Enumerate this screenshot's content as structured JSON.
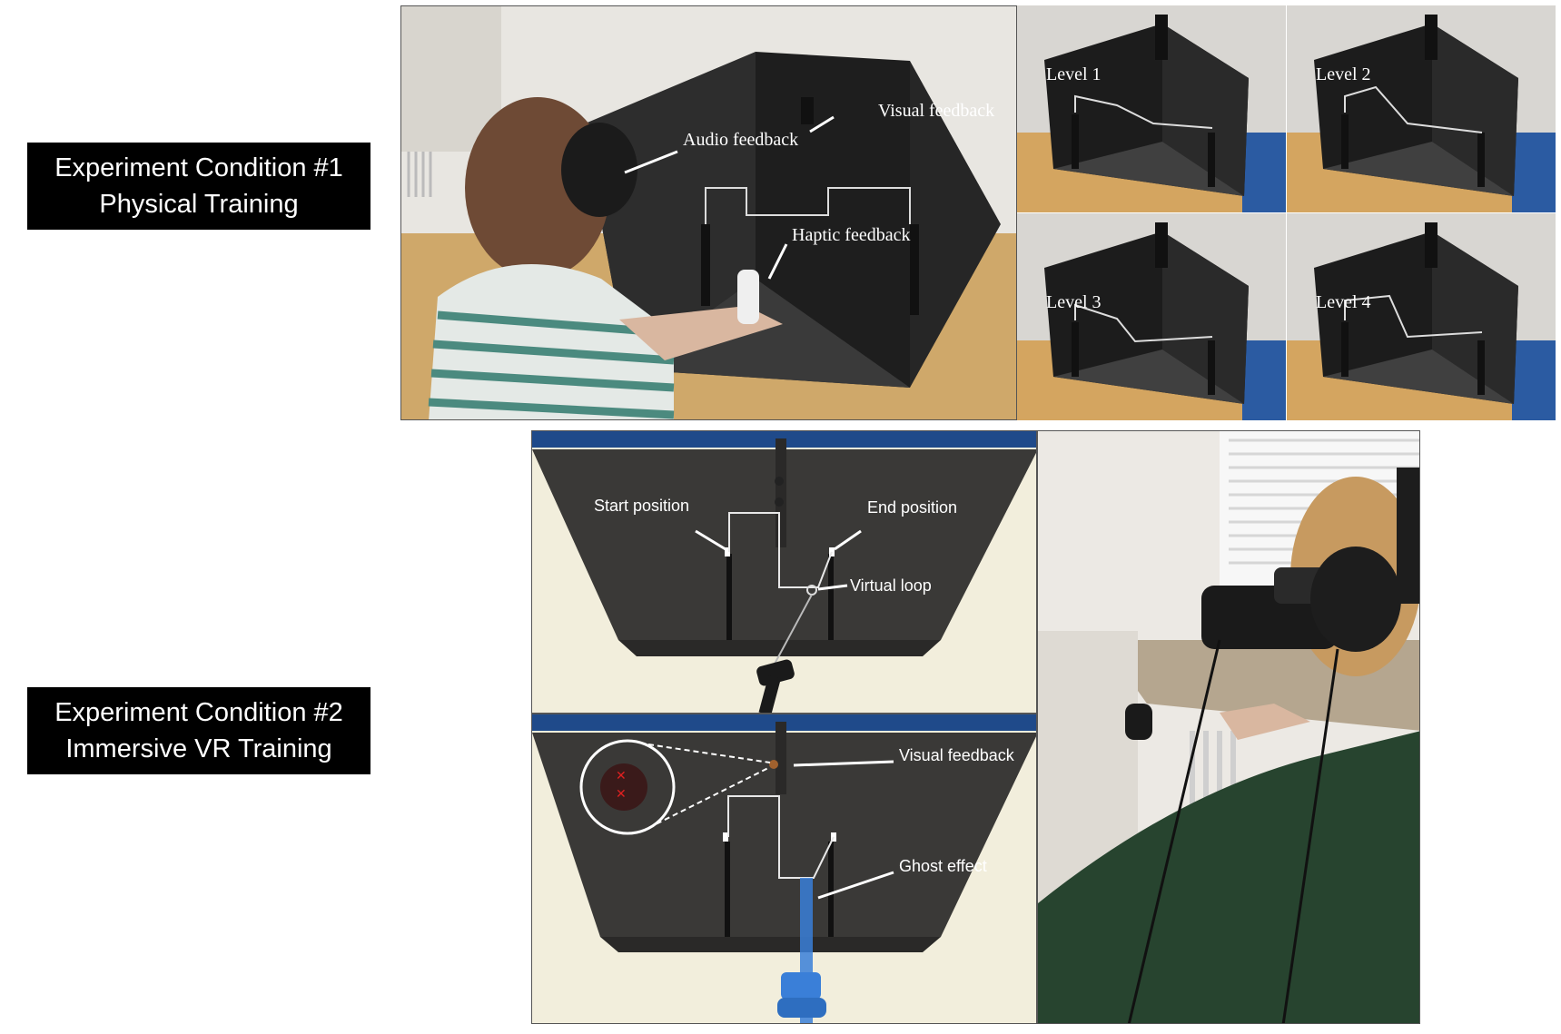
{
  "condition1": {
    "title": "Experiment Condition #1",
    "subtitle": "Physical Training"
  },
  "condition2": {
    "title": "Experiment Condition #2",
    "subtitle": "Immersive VR Training"
  },
  "physical_photo": {
    "annotations": {
      "visual": "Visual feedback",
      "audio": "Audio feedback",
      "haptic": "Haptic feedback"
    }
  },
  "levels": [
    "Level 1",
    "Level 2",
    "Level 3",
    "Level 4"
  ],
  "vr_top": {
    "annotations": {
      "start": "Start position",
      "end": "End position",
      "loop": "Virtual loop"
    }
  },
  "vr_bottom": {
    "annotations": {
      "visual": "Visual feedback",
      "ghost": "Ghost effect"
    }
  },
  "colors": {
    "board": "#3a3937",
    "wall": "#f2eedc",
    "vr_blue": "#1f4a8a",
    "controller_blue": "#3a7fd8",
    "marker_red": "#e02020"
  }
}
